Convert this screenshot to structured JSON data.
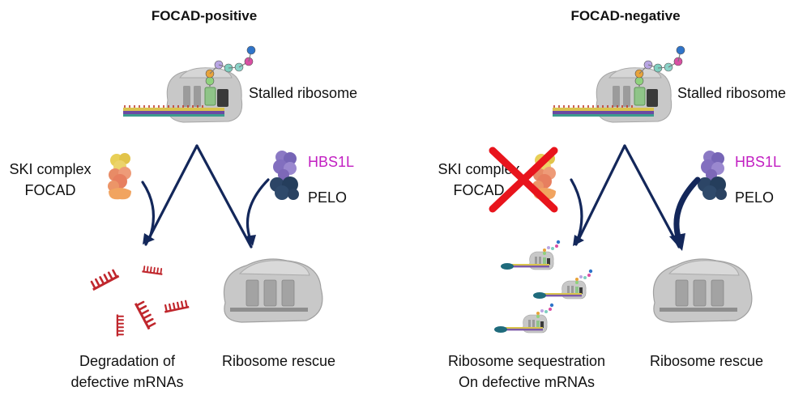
{
  "left_panel": {
    "title": "FOCAD-positive",
    "stalled_label": "Stalled ribosome",
    "ski_label_line1": "SKI complex",
    "ski_label_line2": "FOCAD",
    "hbs1l_label": "HBS1L",
    "pelo_label": "PELO",
    "outcome_left_line1": "Degradation of",
    "outcome_left_line2": "defective mRNAs",
    "outcome_right": "Ribosome rescue"
  },
  "right_panel": {
    "title": "FOCAD-negative",
    "stalled_label": "Stalled ribosome",
    "ski_label_line1": "SKI complex",
    "ski_label_line2": "FOCAD",
    "hbs1l_label": "HBS1L",
    "pelo_label": "PELO",
    "outcome_left_line1": "Ribosome sequestration",
    "outcome_left_line2": "On defective mRNAs",
    "outcome_right": "Ribosome rescue"
  },
  "colors": {
    "arrow": "#13275a",
    "hbs1l_text": "#c21fc2",
    "cross": "#e8141c",
    "mrna_fragments": "#c0272d",
    "hbs1l_protein": "#7d68b8",
    "pelo_protein": "#27415f",
    "ribosome": "#c6c6c6"
  }
}
